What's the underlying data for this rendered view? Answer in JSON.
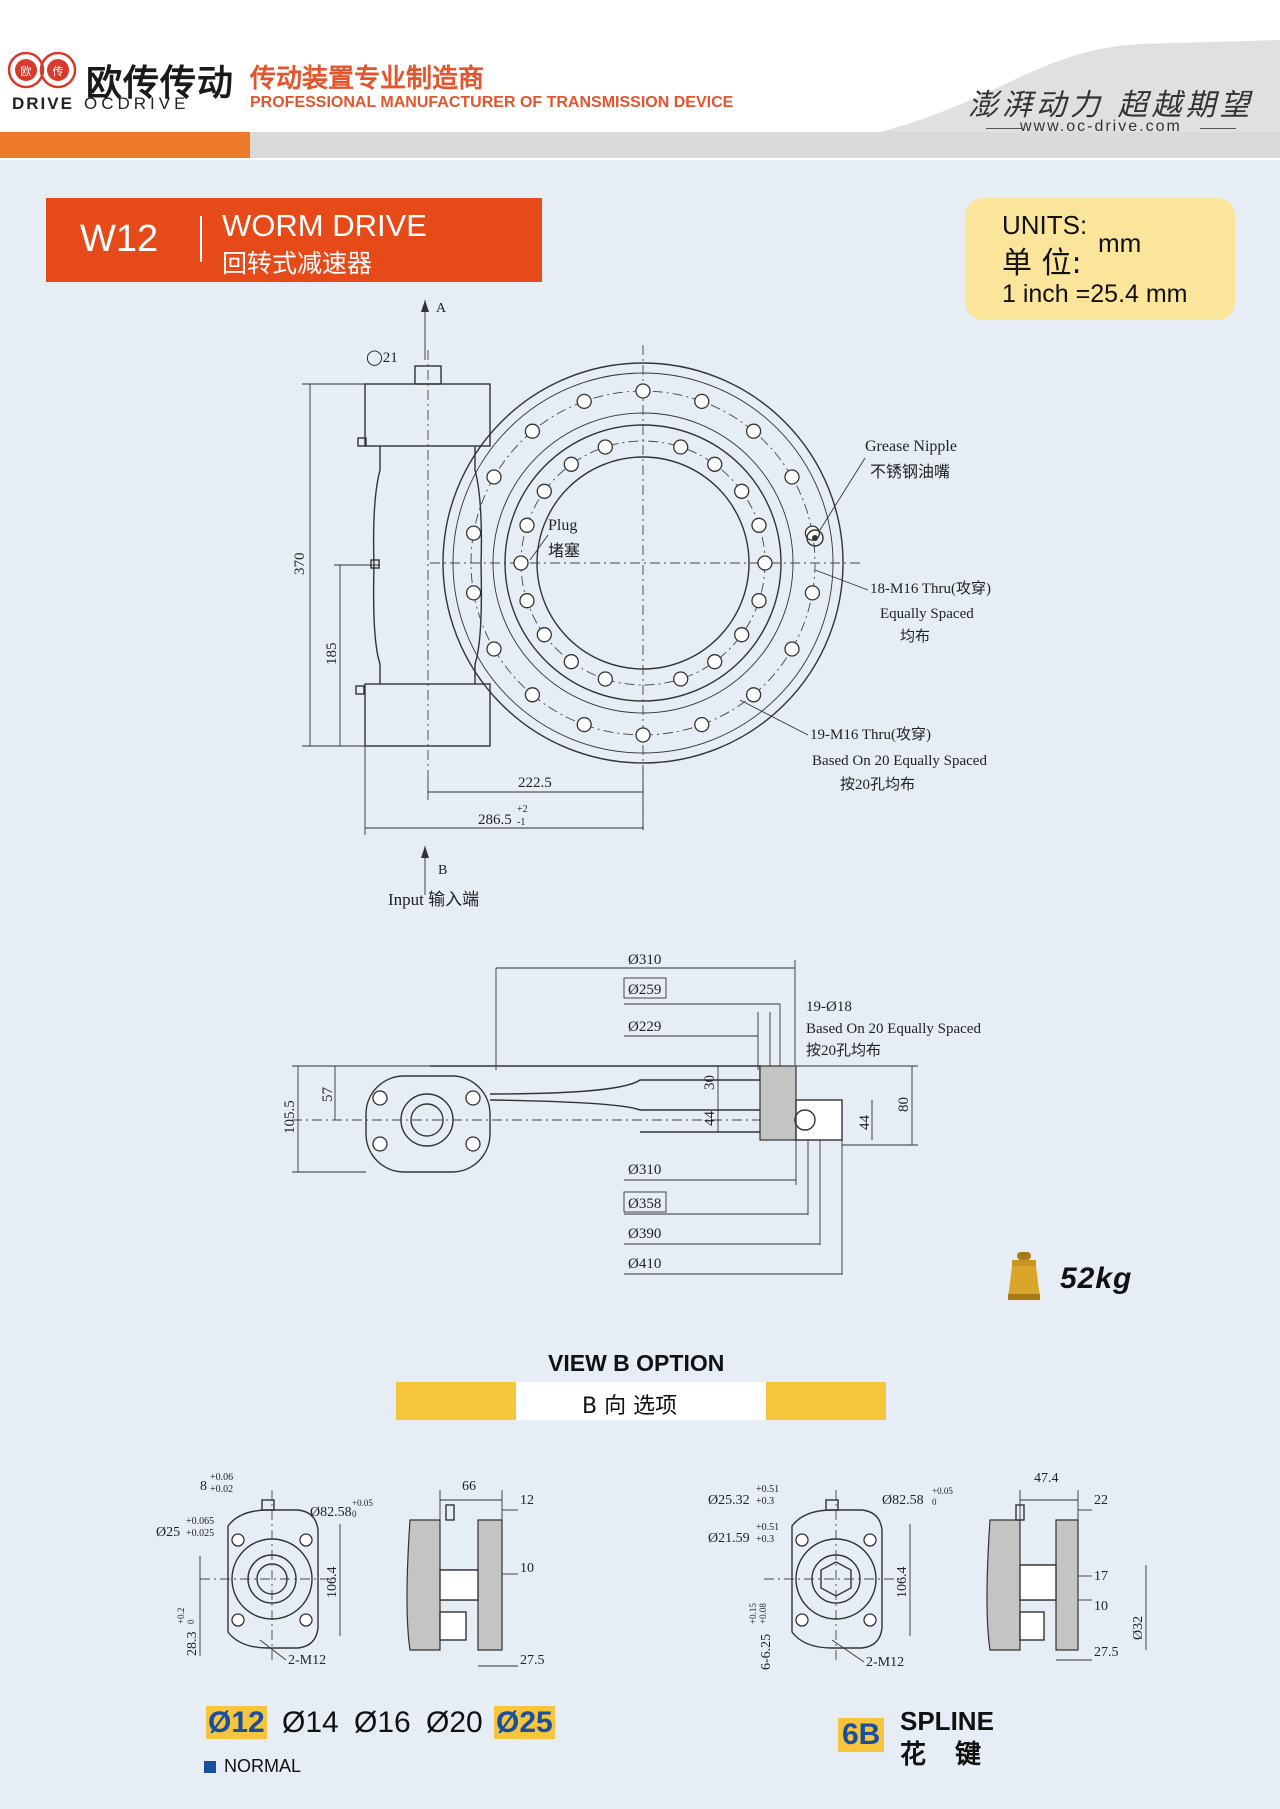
{
  "header": {
    "brand_cn": "欧传传动",
    "brand_en_left": "DRIVE",
    "brand_en_right": "OCDRIVE",
    "logo_chars": [
      "欧",
      "传"
    ],
    "tagline_cn": "传动装置专业制造商",
    "tagline_en": "PROFESSIONAL MANUFACTURER OF TRANSMISSION DEVICE",
    "slogan": "澎湃动力 超越期望",
    "website": "www.oc-drive.com"
  },
  "title": {
    "model": "W12",
    "name_en": "WORM DRIVE",
    "name_cn": "回转式减速器"
  },
  "units": {
    "label_en": "UNITS:",
    "label_cn": "单 位:",
    "unit": "mm",
    "conversion": "1 inch =25.4 mm"
  },
  "top_view": {
    "view_a": "A",
    "view_b": "B",
    "input_label": "Input 输入端",
    "dia_21": "◯21",
    "grease_nipple_en": "Grease Nipple",
    "grease_nipple_cn": "不锈钢油嘴",
    "plug_en": "Plug",
    "plug_cn": "堵塞",
    "holes_18": "18-M16 Thru(攻穿)",
    "holes_18_sub_en": "Equally Spaced",
    "holes_18_sub_cn": "均布",
    "holes_19": "19-M16 Thru(攻穿)",
    "holes_19_sub_en": "Based On 20 Equally Spaced",
    "holes_19_sub_cn": "按20孔均布",
    "dim_370": "370",
    "dim_185": "185",
    "dim_222_5": "222.5",
    "dim_286_5": "286.5",
    "tol_286_up": "+2",
    "tol_286_low": "-1"
  },
  "side_view": {
    "d310_top": "Ø310",
    "d259": "Ø259",
    "d229": "Ø229",
    "holes_19_d18": "19-Ø18",
    "holes_sub_en": "Based On 20 Equally Spaced",
    "holes_sub_cn": "按20孔均布",
    "d310_bottom": "Ø310",
    "d358": "Ø358",
    "d390": "Ø390",
    "d410": "Ø410",
    "h105_5": "105.5",
    "h57": "57",
    "h30": "30",
    "h44_left": "44",
    "h44_right": "44",
    "h80": "80"
  },
  "weight": "52kg",
  "view_b": {
    "title": "VIEW B OPTION",
    "subtitle": "B 向 选项"
  },
  "normal_option": {
    "key": "8",
    "key_tol_up": "+0.06",
    "key_tol_low": "+0.02",
    "bore": "Ø25",
    "bore_tol_up": "+0.065",
    "bore_tol_low": "+0.025",
    "pilot": "Ø82.58",
    "pilot_tol_up": "+0.05",
    "pilot_tol_low": "0",
    "height_106": "106.4",
    "key_depth": "28.3",
    "key_depth_tol_up": "+0.2",
    "key_depth_tol_low": "0",
    "bolts": "2-M12",
    "s66": "66",
    "s12": "12",
    "s10": "10",
    "s27_5": "27.5"
  },
  "spline_option": {
    "major": "Ø25.32",
    "major_tol_up": "+0.51",
    "major_tol_low": "+0.3",
    "minor": "Ø21.59",
    "minor_tol_up": "+0.51",
    "minor_tol_low": "+0.3",
    "pilot": "Ø82.58",
    "pilot_tol_up": "+0.05",
    "pilot_tol_low": "0",
    "height_106": "106.4",
    "spline_spec": "6-6.25",
    "spline_tol_up": "+0.15",
    "spline_tol_low": "+0.08",
    "bolts": "2-M12",
    "s47_4": "47.4",
    "s22": "22",
    "s17": "17",
    "s10": "10",
    "s27_5": "27.5",
    "d32": "Ø32"
  },
  "shaft_options": {
    "d12": "Ø12",
    "d14": "Ø14",
    "d16": "Ø16",
    "d20": "Ø20",
    "d25": "Ø25",
    "normal_label": "NORMAL",
    "spline_code": "6B",
    "spline_en": "SPLINE",
    "spline_cn": "花 键"
  },
  "colors": {
    "accent_orange": "#e64a19",
    "units_yellow": "#fbe59b",
    "option_yellow": "#f7c53b",
    "brand_blue": "#1a4e9e",
    "background": "#e6edf5"
  }
}
